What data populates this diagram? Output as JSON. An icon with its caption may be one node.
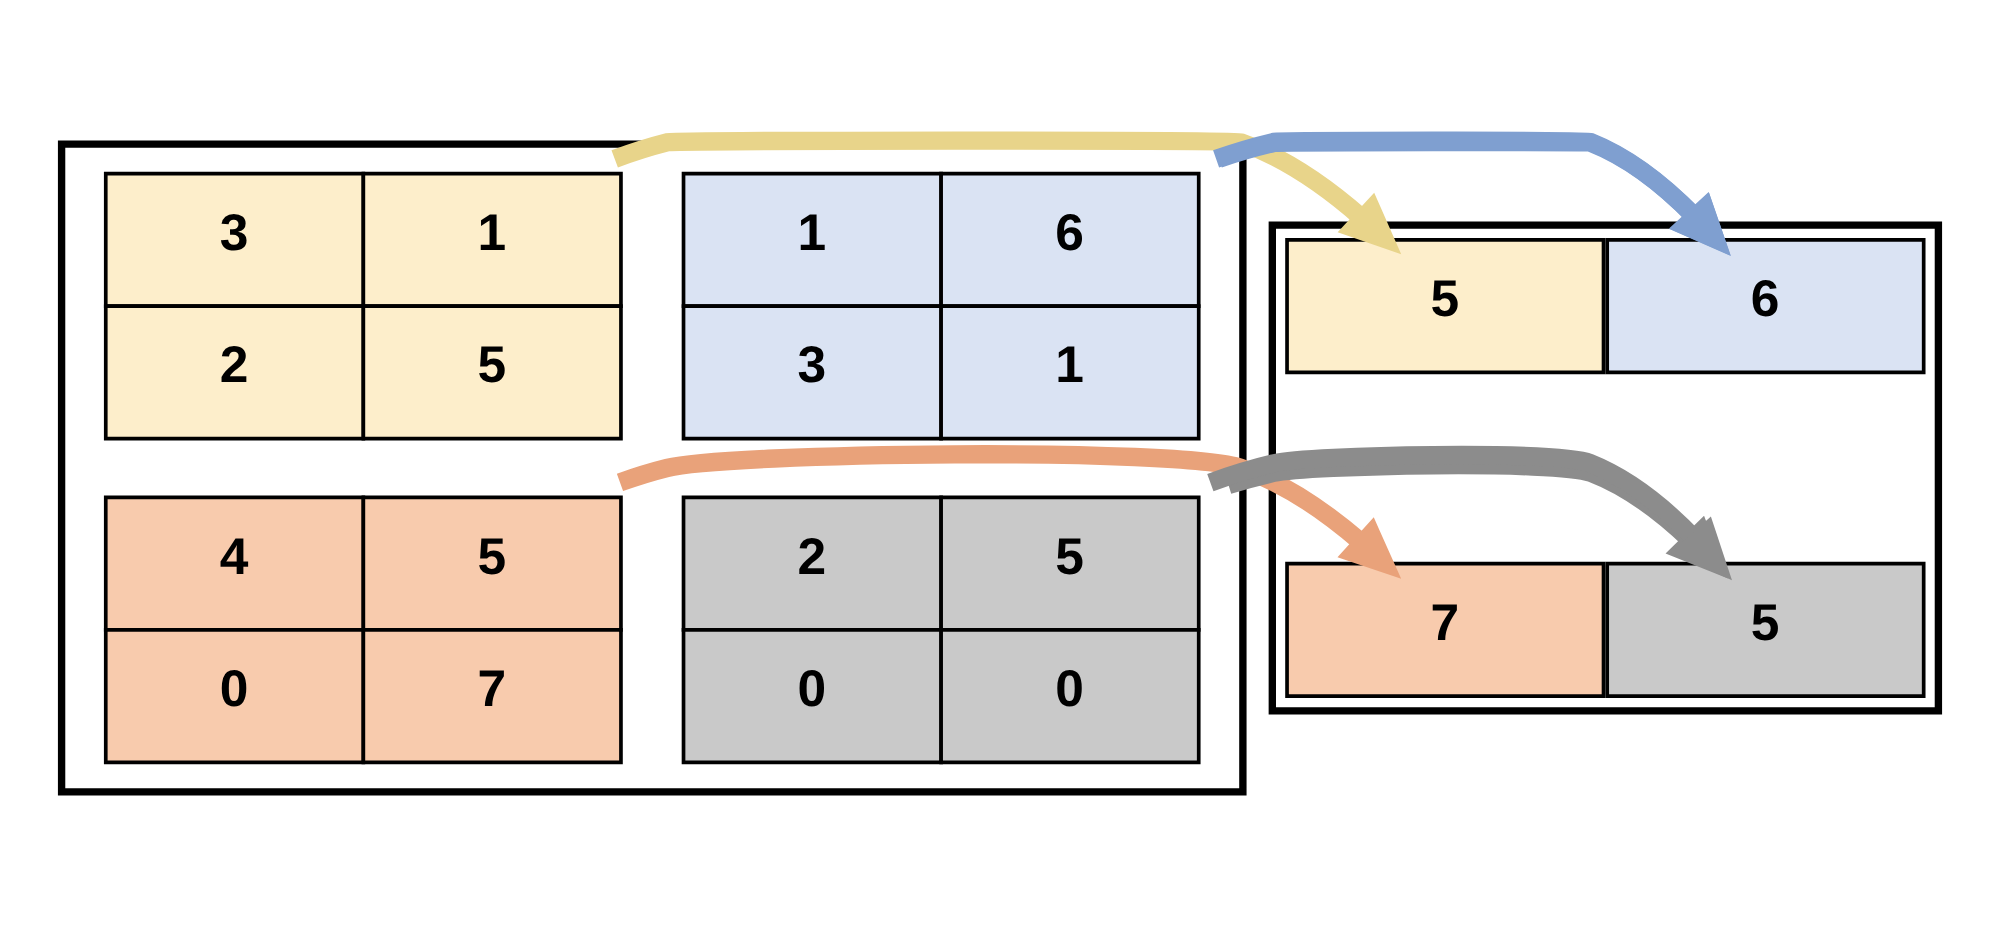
{
  "diagram": {
    "nodes": [
      {
        "text": [],
        "shape": "box"
      },
      {
        "text": [
          "3",
          "1",
          "2",
          "5"
        ],
        "in": 0
      },
      {
        "text": [
          "1",
          "6",
          "3",
          "1"
        ],
        "in": 0
      },
      {
        "text": [
          "4",
          "5",
          "0",
          "7"
        ],
        "in": 0
      },
      {
        "text": [
          "2",
          "5",
          "0",
          "0"
        ],
        "in": 0
      },
      {
        "text": [],
        "shape": "box"
      },
      {
        "text": [
          "5"
        ],
        "in": 5
      },
      {
        "text": [
          "6"
        ],
        "in": 5
      },
      {
        "text": [
          "7"
        ],
        "in": 5
      },
      {
        "text": [
          "5"
        ],
        "in": 5
      }
    ],
    "edges": [
      {
        "from": 1,
        "to": 6,
        "arrow": "to",
        "color": "#e8d48a"
      },
      {
        "from": 2,
        "to": 7,
        "arrow": "to",
        "color": "#7f9fd0"
      },
      {
        "from": 3,
        "to": 8,
        "arrow": "to",
        "color": "#e9a27a"
      },
      {
        "from": 4,
        "to": 9,
        "arrow": "to",
        "color": "#8c8c8c"
      }
    ]
  }
}
